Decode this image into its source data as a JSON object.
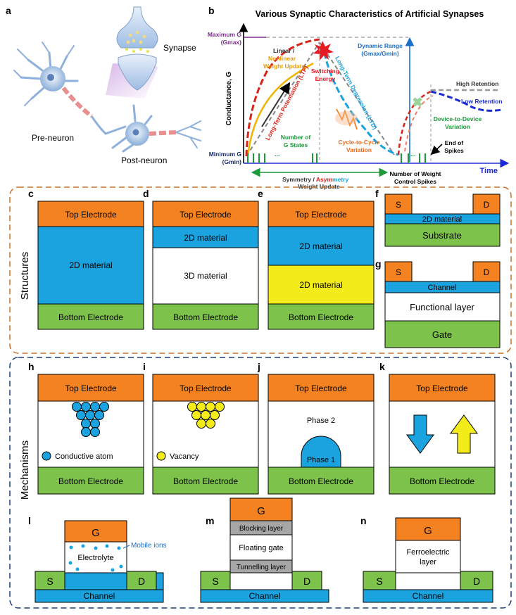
{
  "colors": {
    "orange": "#F58220",
    "blue": "#1BA3E0",
    "green": "#7DC24B",
    "yellow": "#F3EC1A",
    "gray": "#A6A6A6",
    "structures_border": "#C8702A",
    "mechanisms_border": "#1F3F7A",
    "ltp": "#D9241C",
    "ltd": "#1BA3E0"
  },
  "panel_a": {
    "letter": "a",
    "synapse_label": "Synapse",
    "pre_label": "Pre-neuron",
    "post_label": "Post-neuron"
  },
  "panel_b": {
    "letter": "b",
    "title": "Various Synaptic Characteristics of Artificial Synapses",
    "y_axis": "Conductance, G",
    "x_axis": "Time",
    "max_g": "Maximum G",
    "max_g_sub": "(Gmax)",
    "min_g": "Minimum G",
    "min_g_sub": "(Gmin)",
    "linear": "Linear /",
    "nonlinear": "Nonlinear",
    "weight_update": "Weight Update",
    "switching": "Switching",
    "energy": "Energy",
    "dynamic_range": "Dynamic Range",
    "dynamic_range_sub": "(Gmax/Gmin)",
    "ltp": "Long-Term Potentiation (LTP)",
    "ltd": "Long-Term Depression (LTD)",
    "g_states_1": "Number of",
    "g_states_2": "G States",
    "dots": "...",
    "c2c_1": "Cycle-to-Cycle",
    "c2c_2": "Variation",
    "symmetry": "Symmetry / ",
    "asymmetry_a": "Asym",
    "asymmetry_b": "metry",
    "sym_weight_update": "Weight Update",
    "num_weight_1": "Number of Weight",
    "num_weight_2": "Control Spikes",
    "high_retention": "High Retention",
    "low_retention": "Low Retention",
    "d2d_1": "Device-to-Device",
    "d2d_2": "Variation",
    "end_1": "End of",
    "end_2": "Spikes"
  },
  "structures": {
    "side_label": "Structures",
    "c": {
      "letter": "c",
      "top": "Top Electrode",
      "middle": "2D material",
      "bottom": "Bottom Electrode"
    },
    "d": {
      "letter": "d",
      "top": "Top Electrode",
      "layer1": "2D material",
      "layer2": "3D material",
      "bottom": "Bottom Electrode"
    },
    "e": {
      "letter": "e",
      "top": "Top Electrode",
      "layer1": "2D material",
      "layer2": "2D material",
      "bottom": "Bottom Electrode"
    },
    "f": {
      "letter": "f",
      "s": "S",
      "d": "D",
      "material": "2D material",
      "substrate": "Substrate"
    },
    "g": {
      "letter": "g",
      "s": "S",
      "d": "D",
      "channel": "Channel",
      "functional": "Functional layer",
      "gate": "Gate"
    }
  },
  "mechanisms": {
    "side_label": "Mechanisms",
    "h": {
      "letter": "h",
      "top": "Top Electrode",
      "bottom": "Bottom Electrode",
      "legend": "Conductive atom"
    },
    "i": {
      "letter": "i",
      "top": "Top Electrode",
      "bottom": "Bottom Electrode",
      "legend": "Vacancy"
    },
    "j": {
      "letter": "j",
      "top": "Top Electrode",
      "bottom": "Bottom Electrode",
      "phase2": "Phase 2",
      "phase1": "Phase 1"
    },
    "k": {
      "letter": "k",
      "top": "Top Electrode",
      "bottom": "Bottom Electrode"
    },
    "l": {
      "letter": "l",
      "g": "G",
      "electrolyte": "Electrolyte",
      "mobile_ions": "Mobile ions",
      "s": "S",
      "d": "D",
      "channel": "Channel"
    },
    "m": {
      "letter": "m",
      "g": "G",
      "blocking": "Blocking layer",
      "floating": "Floating gate",
      "tunnelling": "Tunnelling layer",
      "s": "S",
      "d": "D",
      "channel": "Channel"
    },
    "n": {
      "letter": "n",
      "g": "G",
      "ferro1": "Ferroelectric",
      "ferro2": "layer",
      "s": "S",
      "d": "D",
      "channel": "Channel"
    }
  }
}
